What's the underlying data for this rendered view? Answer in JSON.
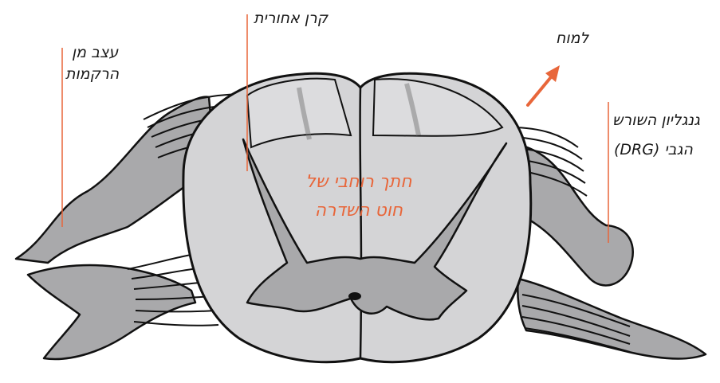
{
  "labels": {
    "dorsal_horn": "קרן אחורית",
    "tissue_nerve_line1": "עצב מן",
    "tissue_nerve_line2": "הרקמות",
    "to_brain": "למוח",
    "dorsal_root_ganglion_line1": "גנגליון השורש",
    "dorsal_root_ganglion_line2": "הגבי (DRG)",
    "cross_section_line1": "חתך רוחבי של",
    "cross_section_line2": "חוט השדרה"
  },
  "colors": {
    "pointer_line": "#e8663a",
    "arrow": "#e8663a",
    "center_text": "#e8663a",
    "white_matter": "#d4d4d6",
    "grey_matter": "#a9a9ab",
    "outline": "#111111"
  }
}
